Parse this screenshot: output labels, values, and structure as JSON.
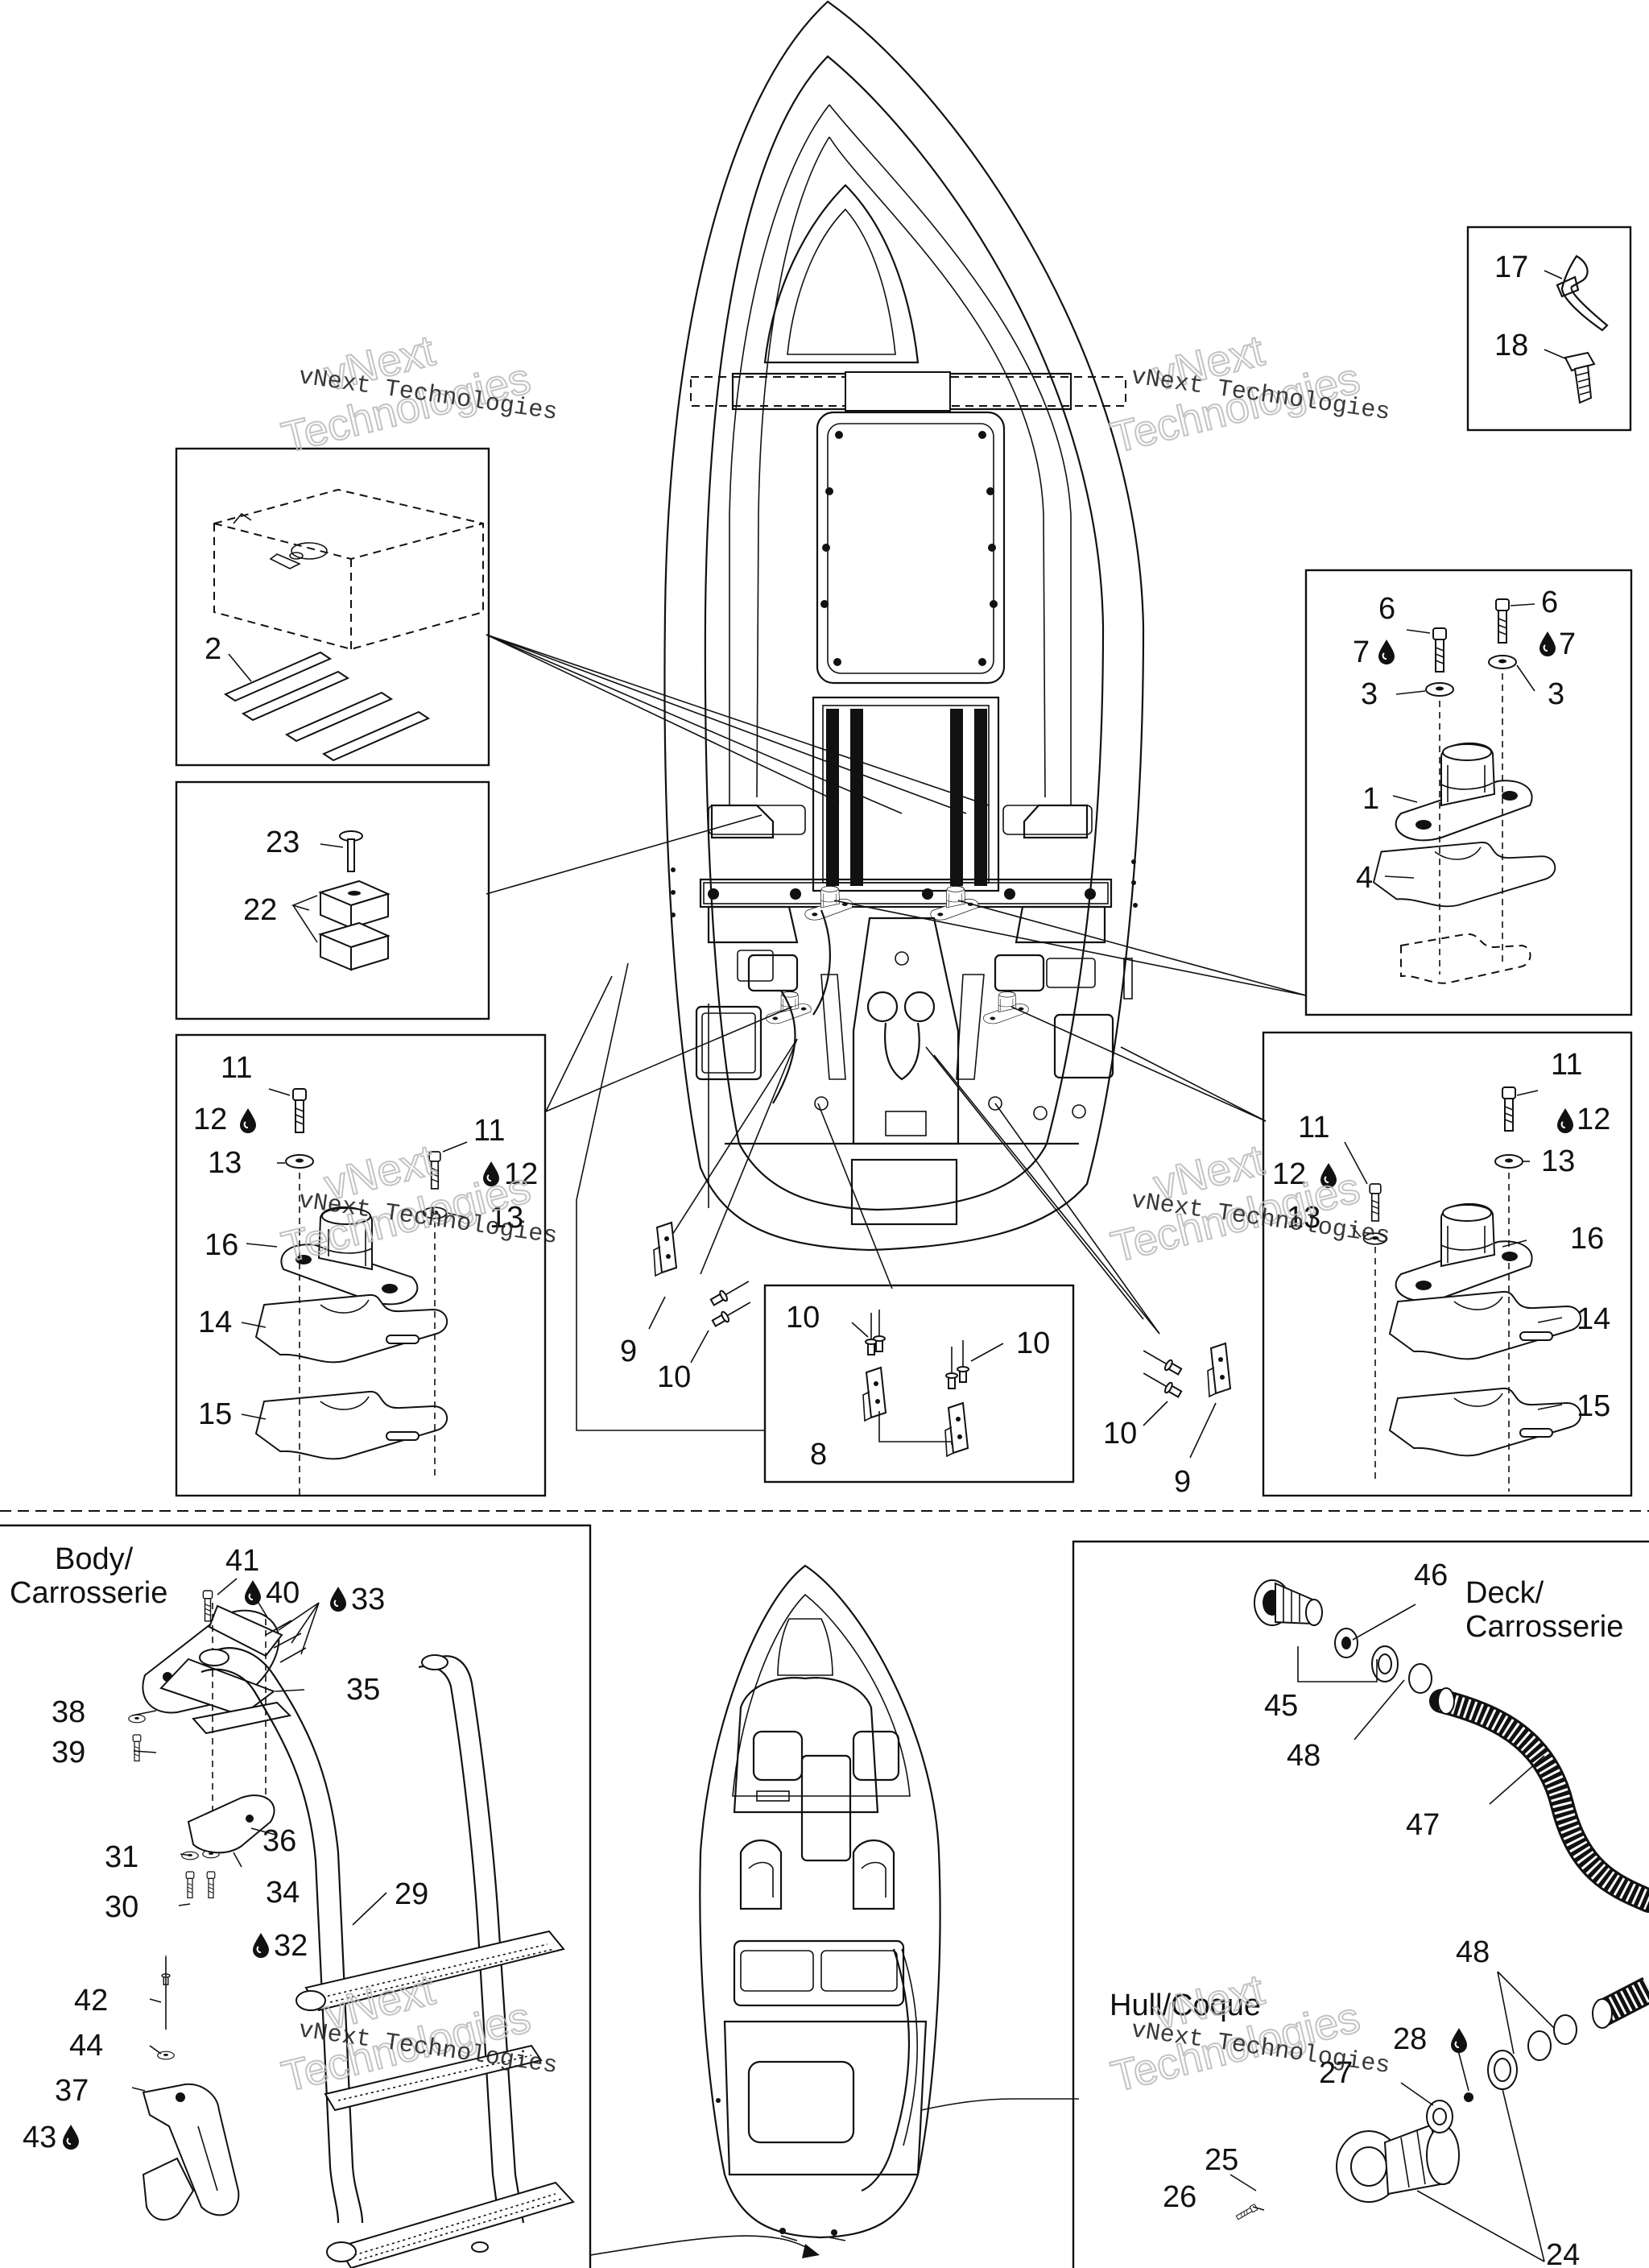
{
  "labels": {
    "body": [
      "Body/",
      "Carrosserie"
    ],
    "deck": [
      "Deck/",
      "Carrosserie"
    ],
    "hull": "Hull/Coque"
  },
  "watermark": {
    "line1": "vNext Technologies",
    "line2": "vNext",
    "line3": "Technologies"
  },
  "callouts": [
    {
      "id": "c17",
      "text": "17"
    },
    {
      "id": "c18",
      "text": "18"
    },
    {
      "id": "c2",
      "text": "2"
    },
    {
      "id": "c6a",
      "text": "6"
    },
    {
      "id": "c6b",
      "text": "6"
    },
    {
      "id": "c7a",
      "text": "7"
    },
    {
      "id": "c7b",
      "text": "7"
    },
    {
      "id": "c3a",
      "text": "3"
    },
    {
      "id": "c3b",
      "text": "3"
    },
    {
      "id": "c1",
      "text": "1"
    },
    {
      "id": "c4",
      "text": "4"
    },
    {
      "id": "c23",
      "text": "23"
    },
    {
      "id": "c22",
      "text": "22"
    },
    {
      "id": "c11a",
      "text": "11"
    },
    {
      "id": "c12a",
      "text": "12"
    },
    {
      "id": "c13a",
      "text": "13"
    },
    {
      "id": "c11b",
      "text": "11"
    },
    {
      "id": "c12b",
      "text": "12"
    },
    {
      "id": "c13b",
      "text": "13"
    },
    {
      "id": "c16a",
      "text": "16"
    },
    {
      "id": "c14a",
      "text": "14"
    },
    {
      "id": "c15a",
      "text": "15"
    },
    {
      "id": "c11c",
      "text": "11"
    },
    {
      "id": "c12c",
      "text": "12"
    },
    {
      "id": "c13c",
      "text": "13"
    },
    {
      "id": "c11d",
      "text": "11"
    },
    {
      "id": "c12d",
      "text": "12"
    },
    {
      "id": "c13d",
      "text": "13"
    },
    {
      "id": "c16b",
      "text": "16"
    },
    {
      "id": "c14b",
      "text": "14"
    },
    {
      "id": "c15b",
      "text": "15"
    },
    {
      "id": "c9a",
      "text": "9"
    },
    {
      "id": "c10a",
      "text": "10"
    },
    {
      "id": "c10b",
      "text": "10"
    },
    {
      "id": "c10c",
      "text": "10"
    },
    {
      "id": "c8",
      "text": "8"
    },
    {
      "id": "c10d",
      "text": "10"
    },
    {
      "id": "c9b",
      "text": "9"
    },
    {
      "id": "c41",
      "text": "41"
    },
    {
      "id": "c40",
      "text": "40"
    },
    {
      "id": "c33",
      "text": "33"
    },
    {
      "id": "c38",
      "text": "38"
    },
    {
      "id": "c35",
      "text": "35"
    },
    {
      "id": "c39",
      "text": "39"
    },
    {
      "id": "c36",
      "text": "36"
    },
    {
      "id": "c31",
      "text": "31"
    },
    {
      "id": "c34",
      "text": "34"
    },
    {
      "id": "c30",
      "text": "30"
    },
    {
      "id": "c29",
      "text": "29"
    },
    {
      "id": "c32",
      "text": "32"
    },
    {
      "id": "c42",
      "text": "42"
    },
    {
      "id": "c44",
      "text": "44"
    },
    {
      "id": "c37",
      "text": "37"
    },
    {
      "id": "c43",
      "text": "43"
    },
    {
      "id": "c46",
      "text": "46"
    },
    {
      "id": "c45",
      "text": "45"
    },
    {
      "id": "c48a",
      "text": "48"
    },
    {
      "id": "c47",
      "text": "47"
    },
    {
      "id": "c48b",
      "text": "48"
    },
    {
      "id": "c28",
      "text": "28"
    },
    {
      "id": "c27",
      "text": "27"
    },
    {
      "id": "c25",
      "text": "25"
    },
    {
      "id": "c26",
      "text": "26"
    },
    {
      "id": "c24",
      "text": "24"
    }
  ]
}
